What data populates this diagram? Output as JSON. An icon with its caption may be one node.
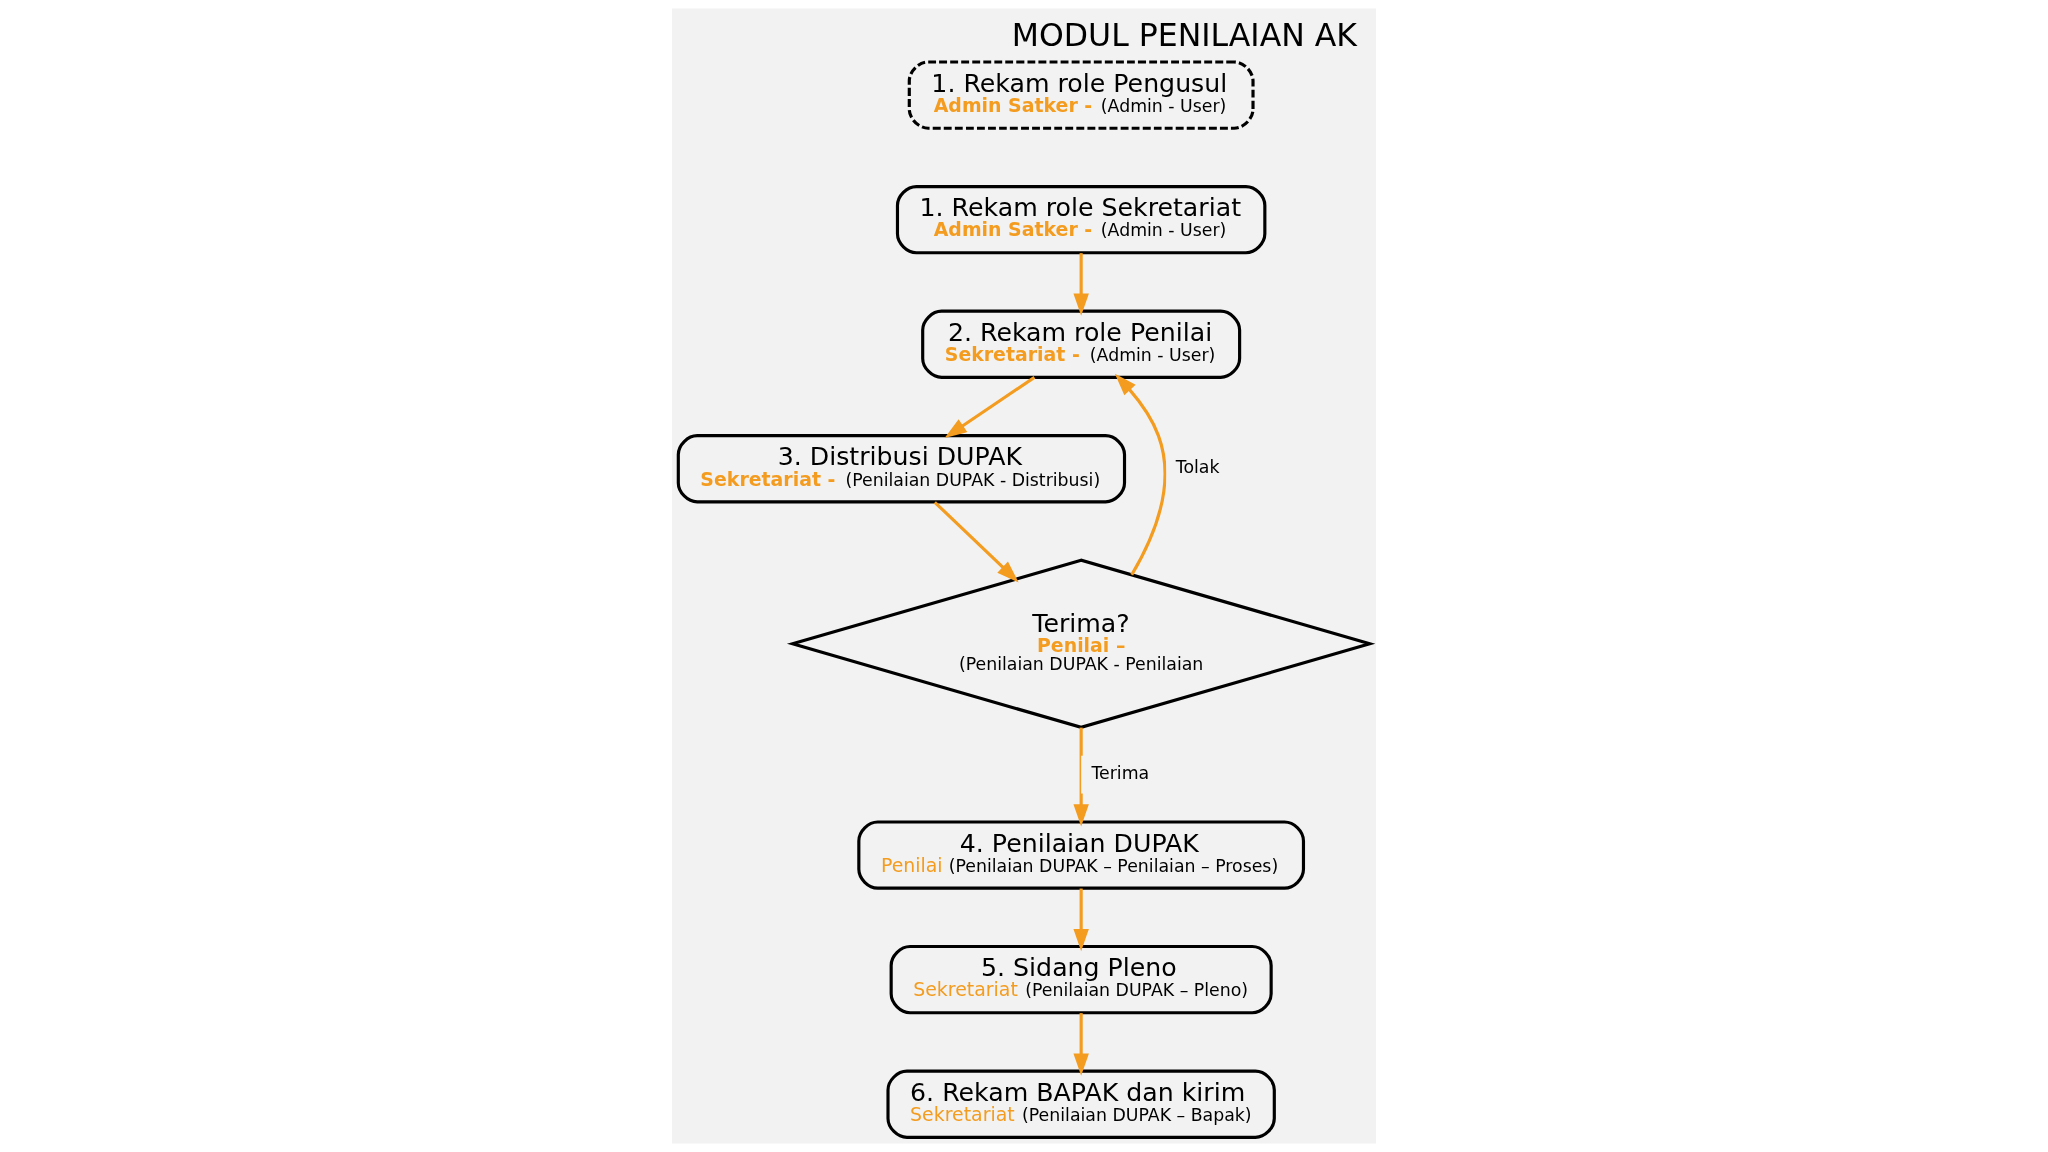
{
  "diagram": {
    "title": "MODUL PENILAIAN AK",
    "nodes": [
      {
        "text": [
          "1. Rekam role Pengusul",
          "Admin Satker -",
          "(Admin - User)"
        ]
      },
      {
        "text": [
          "1. Rekam role Sekretariat",
          "Admin Satker -",
          "(Admin - User)"
        ]
      },
      {
        "text": [
          "2. Rekam role Penilai",
          "Sekretariat -",
          "(Admin - User)"
        ]
      },
      {
        "text": [
          "3. Distribusi DUPAK",
          "Sekretariat -",
          "(Penilaian DUPAK - Distribusi)"
        ]
      },
      {
        "text": [
          "Terima?",
          "Penilai –",
          "(Penilaian DUPAK - Penilaian"
        ]
      },
      {
        "text": [
          "4. Penilaian DUPAK",
          "Penilai",
          "(Penilaian DUPAK – Penilaian – Proses)"
        ]
      },
      {
        "text": [
          "5. Sidang Pleno",
          "Sekretariat",
          "(Penilaian DUPAK – Pleno)"
        ]
      },
      {
        "text": [
          "6. Rekam BAPAK dan kirim",
          "Sekretariat",
          "(Penilaian DUPAK – Bapak)"
        ]
      }
    ],
    "edges": [
      {
        "from": 1,
        "to": 2,
        "arrow": "to"
      },
      {
        "from": 2,
        "to": 3,
        "arrow": "to"
      },
      {
        "from": 3,
        "to": 4,
        "arrow": "to"
      },
      {
        "from": 4,
        "to": 2,
        "arrow": "to",
        "label": "Tolak"
      },
      {
        "from": 4,
        "to": 5,
        "arrow": "to",
        "label": "Terima"
      },
      {
        "from": 5,
        "to": 6,
        "arrow": "to"
      },
      {
        "from": 6,
        "to": 7,
        "arrow": "to"
      }
    ]
  }
}
